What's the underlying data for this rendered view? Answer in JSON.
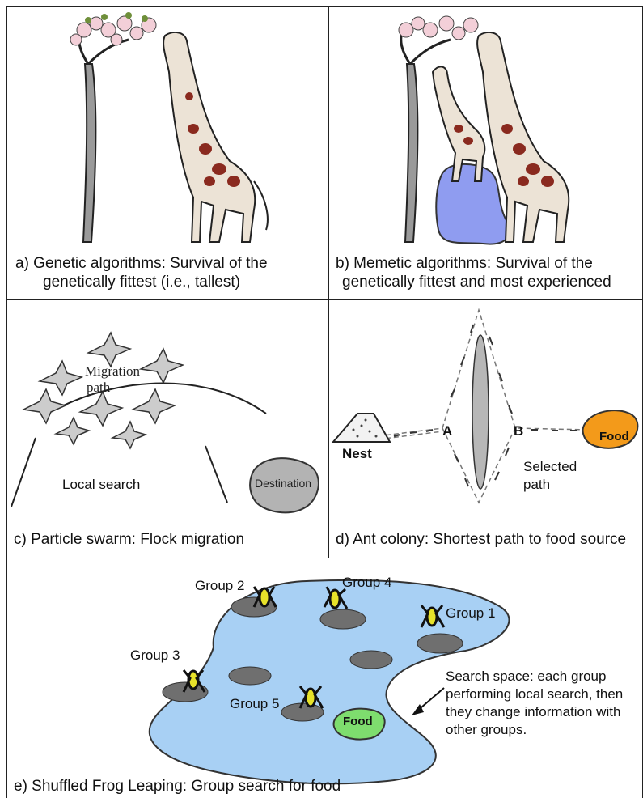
{
  "panels": {
    "a": {
      "caption_line1": "a) Genetic algorithms: Survival of the",
      "caption_line2": "genetically fittest (i.e., tallest)"
    },
    "b": {
      "caption_line1": "b) Memetic algorithms: Survival of the",
      "caption_line2": "genetically fittest and most experienced"
    },
    "c": {
      "caption": "c) Particle swarm: Flock migration",
      "migration_label": "Migration",
      "path_label": "path",
      "local_search_label": "Local search",
      "destination_label": "Destination"
    },
    "d": {
      "caption": "d) Ant colony: Shortest path to food source",
      "nest_label": "Nest",
      "point_a": "A",
      "point_b": "B",
      "food_label": "Food",
      "selected_label": "Selected",
      "path_label": "path"
    },
    "e": {
      "caption": "e) Shuffled Frog Leaping: Group search for food",
      "groups": [
        "Group 1",
        "Group 2",
        "Group 3",
        "Group 4",
        "Group 5"
      ],
      "food_label": "Food",
      "search_space_text": [
        "Search space: each group",
        "performing local search, then",
        "they change information with",
        "other groups."
      ]
    }
  },
  "colors": {
    "water": "#a8d0f4",
    "pond": "#8f9cf0",
    "rock": "#6f6f6f",
    "food_orange": "#f39a1a",
    "food_green": "#7edd6e",
    "giraffe_spot": "#8a2a1f",
    "frog_yellow": "#e7e22a"
  }
}
